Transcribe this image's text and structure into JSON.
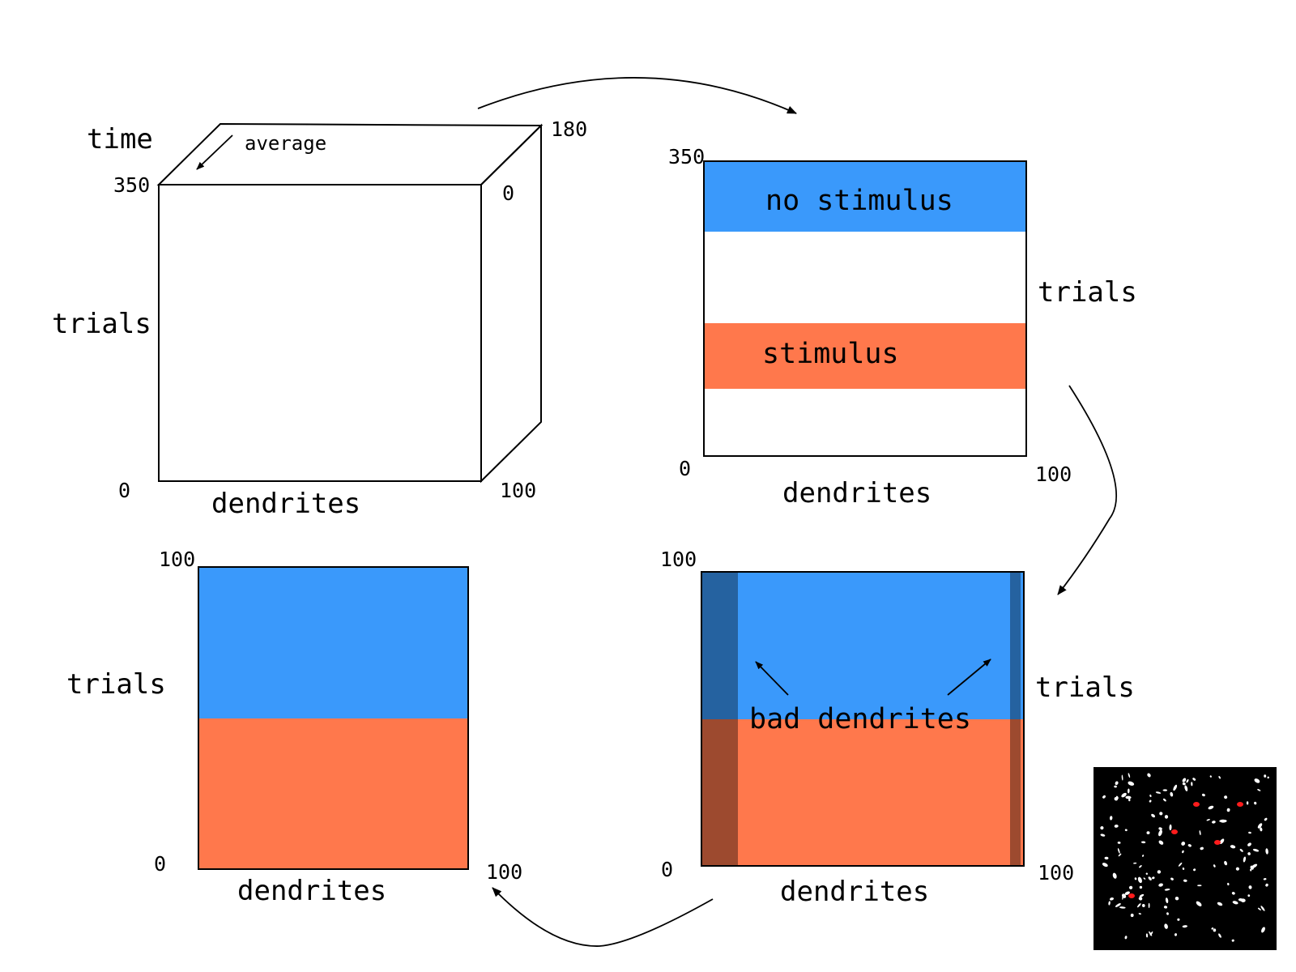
{
  "colors": {
    "blue": "#3a99fb",
    "orange": "#ff784c",
    "dark_blue": "#2562a0",
    "dark_orange": "#9d4a2f",
    "black": "#000000",
    "white": "#ffffff",
    "red_spot": "#ff1c1c"
  },
  "cube": {
    "axis_label_time": "time",
    "axis_label_trials": "trials",
    "axis_label_dendrites": "dendrites",
    "note_average": "average",
    "tick_trials_top": "350",
    "tick_origin": "0",
    "tick_time_end": "180",
    "tick_time_start": "0",
    "tick_dendrites_end": "100"
  },
  "trial_matrix": {
    "band_no_stimulus": "no stimulus",
    "band_stimulus": "stimulus",
    "axis_label_trials": "trials",
    "axis_label_dendrites": "dendrites",
    "tick_trials_top": "350",
    "tick_origin": "0",
    "tick_dendrites_end": "100"
  },
  "sorted_matrix": {
    "annotation_bad_dendrites": "bad dendrites",
    "axis_label_trials": "trials",
    "axis_label_dendrites": "dendrites",
    "tick_trials_top": "100",
    "tick_origin": "0",
    "tick_dendrites_end": "100"
  },
  "clean_matrix": {
    "axis_label_trials": "trials",
    "axis_label_dendrites": "dendrites",
    "tick_trials_top": "100",
    "tick_origin": "0",
    "tick_dendrites_end": "100"
  },
  "inset_image": {
    "description_icon": "dendrite-mask-thumbnail"
  }
}
